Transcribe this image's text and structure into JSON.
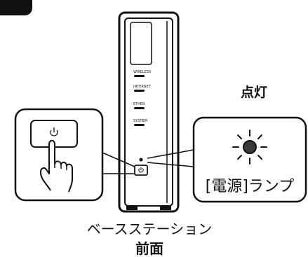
{
  "step_badge": {
    "color": "#111111"
  },
  "device": {
    "indicator_labels": [
      "WIRELESS",
      "INTERNET",
      "ETHER",
      "SYSTEM"
    ],
    "caption_line1": "ベースステーション",
    "caption_line2": "前面"
  },
  "callout": {
    "state_label": "点灯",
    "lamp_label": "[電源]ランプ"
  },
  "icons": {
    "power_button": "power-icon",
    "hand": "pointing-hand-icon",
    "lamp": "lit-lamp-icon"
  },
  "colors": {
    "outline": "#111111",
    "lamp_fill": "#3a3a3a",
    "panel_fill": "#ffffff"
  }
}
